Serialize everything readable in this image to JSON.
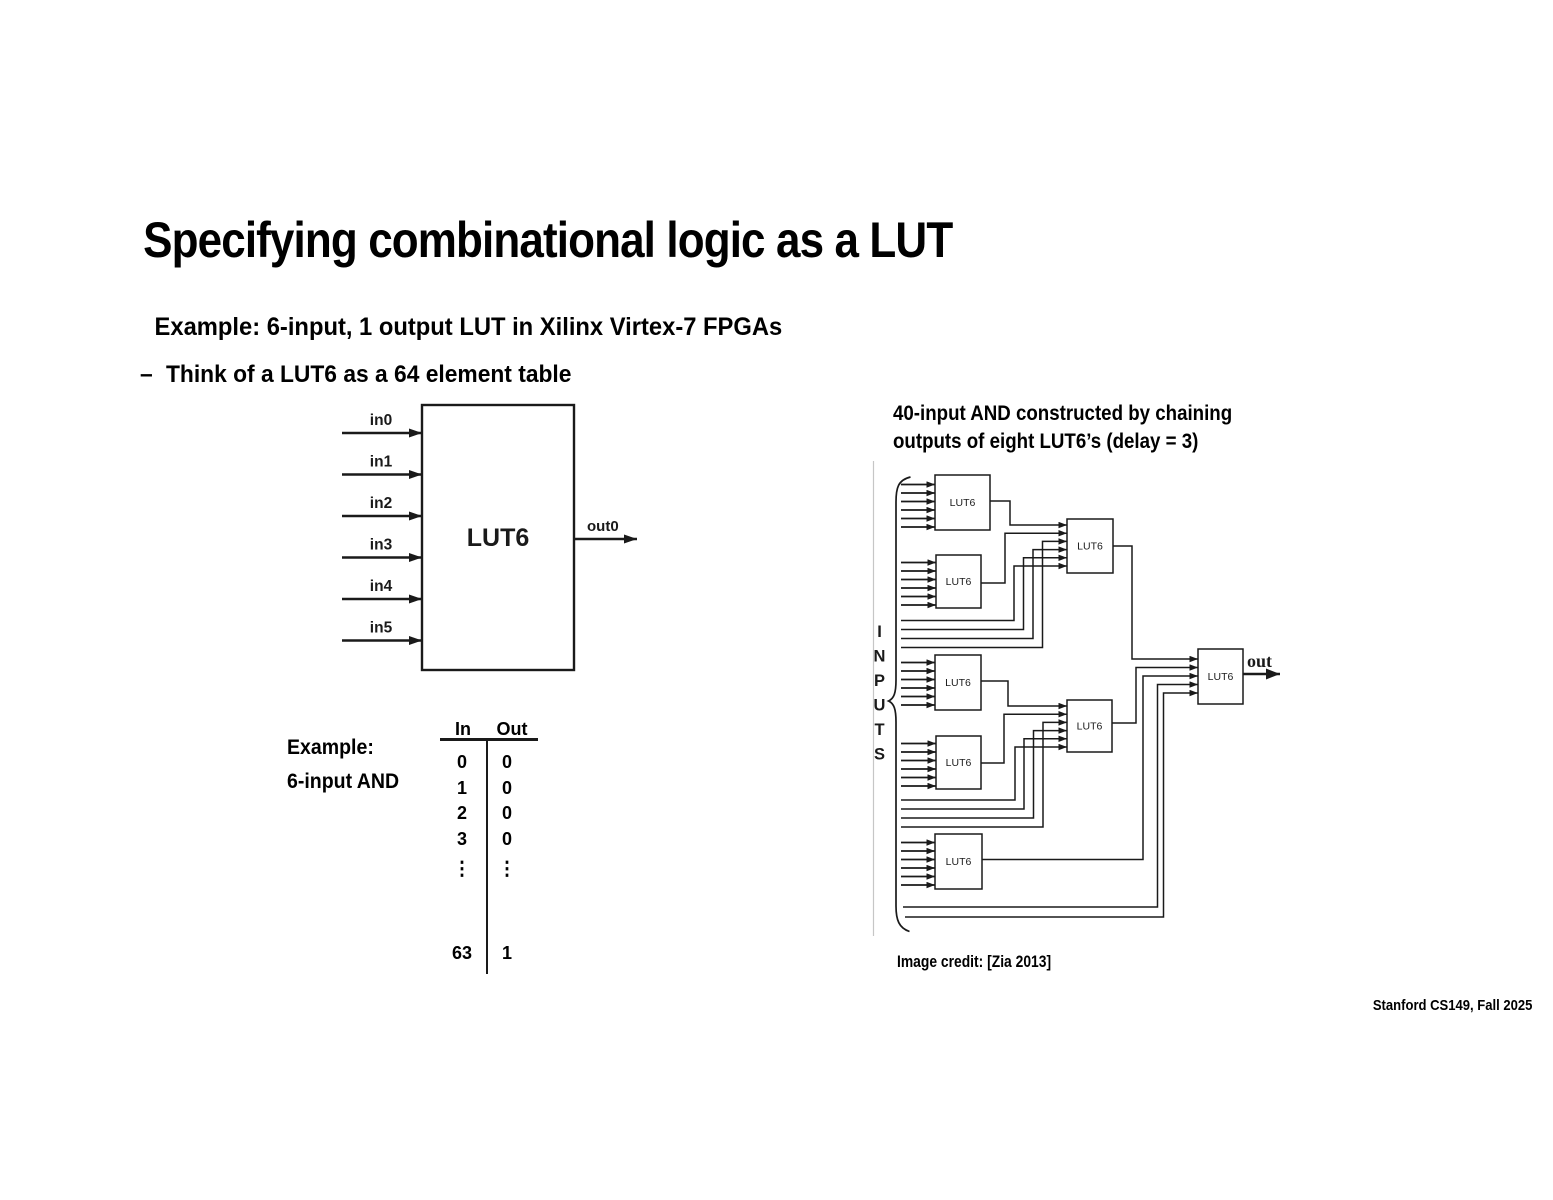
{
  "slide": {
    "title": "Specifying combinational logic as a LUT",
    "subtitle": "Example: 6-input, 1 output LUT in Xilinx Virtex-7 FPGAs",
    "bullet_dash": "–",
    "bullet": "Think of a LUT6 as a 64 element table",
    "footer": "Stanford CS149, Fall 2025"
  },
  "lut_diagram": {
    "box_label": "LUT6",
    "inputs": [
      "in0",
      "in1",
      "in2",
      "in3",
      "in4",
      "in5"
    ],
    "output": "out0"
  },
  "truth_table": {
    "caption_line1": "Example:",
    "caption_line2": "6-input AND",
    "col_in": "In",
    "col_out": "Out",
    "rows": [
      {
        "in": "0",
        "out": "0"
      },
      {
        "in": "1",
        "out": "0"
      },
      {
        "in": "2",
        "out": "0"
      },
      {
        "in": "3",
        "out": "0"
      },
      {
        "in": "⋮",
        "out": "⋮"
      },
      {
        "in": "63",
        "out": "1"
      }
    ]
  },
  "chain_diagram": {
    "heading_line1": "40-input AND constructed by chaining",
    "heading_line2": "outputs of eight LUT6’s (delay = 3)",
    "lut_label": "LUT6",
    "inputs_letters": [
      "I",
      "N",
      "P",
      "U",
      "T",
      "S"
    ],
    "out_label": "out",
    "credit": "Image credit: [Zia 2013]"
  },
  "colors": {
    "ink": "#000000",
    "diagram_ink": "#1a1a1a",
    "scan_edge": "#c6c6c6",
    "background": "#ffffff"
  }
}
